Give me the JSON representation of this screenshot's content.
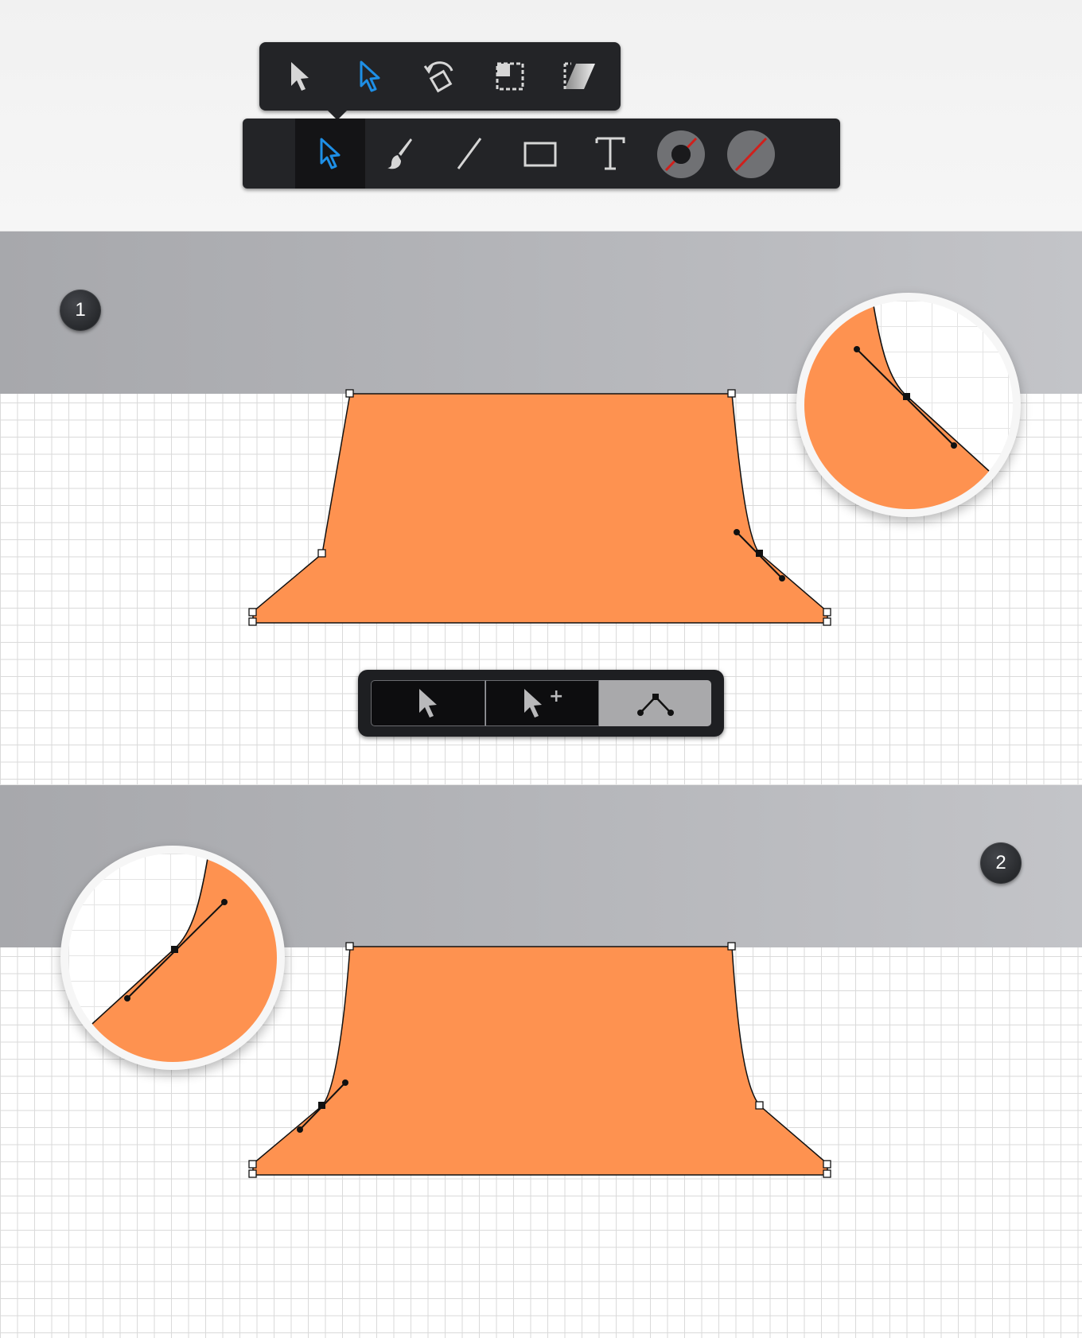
{
  "toolbar_upper": {
    "tools": [
      {
        "icon": "move-tool-icon"
      },
      {
        "icon": "node-tool-icon",
        "accent": "#1e8fe6"
      },
      {
        "icon": "rotate-tool-icon"
      },
      {
        "icon": "transparency-tool-icon"
      },
      {
        "icon": "gradient-tool-icon"
      }
    ]
  },
  "toolbar_main": {
    "tools": [
      {
        "icon": "node-tool-icon",
        "active": true,
        "accent": "#1e8fe6"
      },
      {
        "icon": "brush-icon"
      },
      {
        "icon": "line-tool-icon"
      },
      {
        "icon": "rectangle-tool-icon"
      },
      {
        "icon": "text-tool-icon",
        "glyph": "T"
      },
      {
        "icon": "fill-color-icon"
      },
      {
        "icon": "stroke-color-icon"
      }
    ]
  },
  "steps": [
    {
      "number": "1"
    },
    {
      "number": "2"
    }
  ],
  "node_toolbar": {
    "buttons": [
      {
        "icon": "pointer-icon",
        "active": false
      },
      {
        "icon": "pointer-add-icon",
        "active": false,
        "glyph": "+"
      },
      {
        "icon": "sharp-node-icon",
        "active": true
      }
    ]
  },
  "colors": {
    "shape_fill": "#fe9250",
    "accent_blue": "#1e8fe6",
    "toolbar_bg": "#232427",
    "band_gray": "#b3b4b8"
  }
}
